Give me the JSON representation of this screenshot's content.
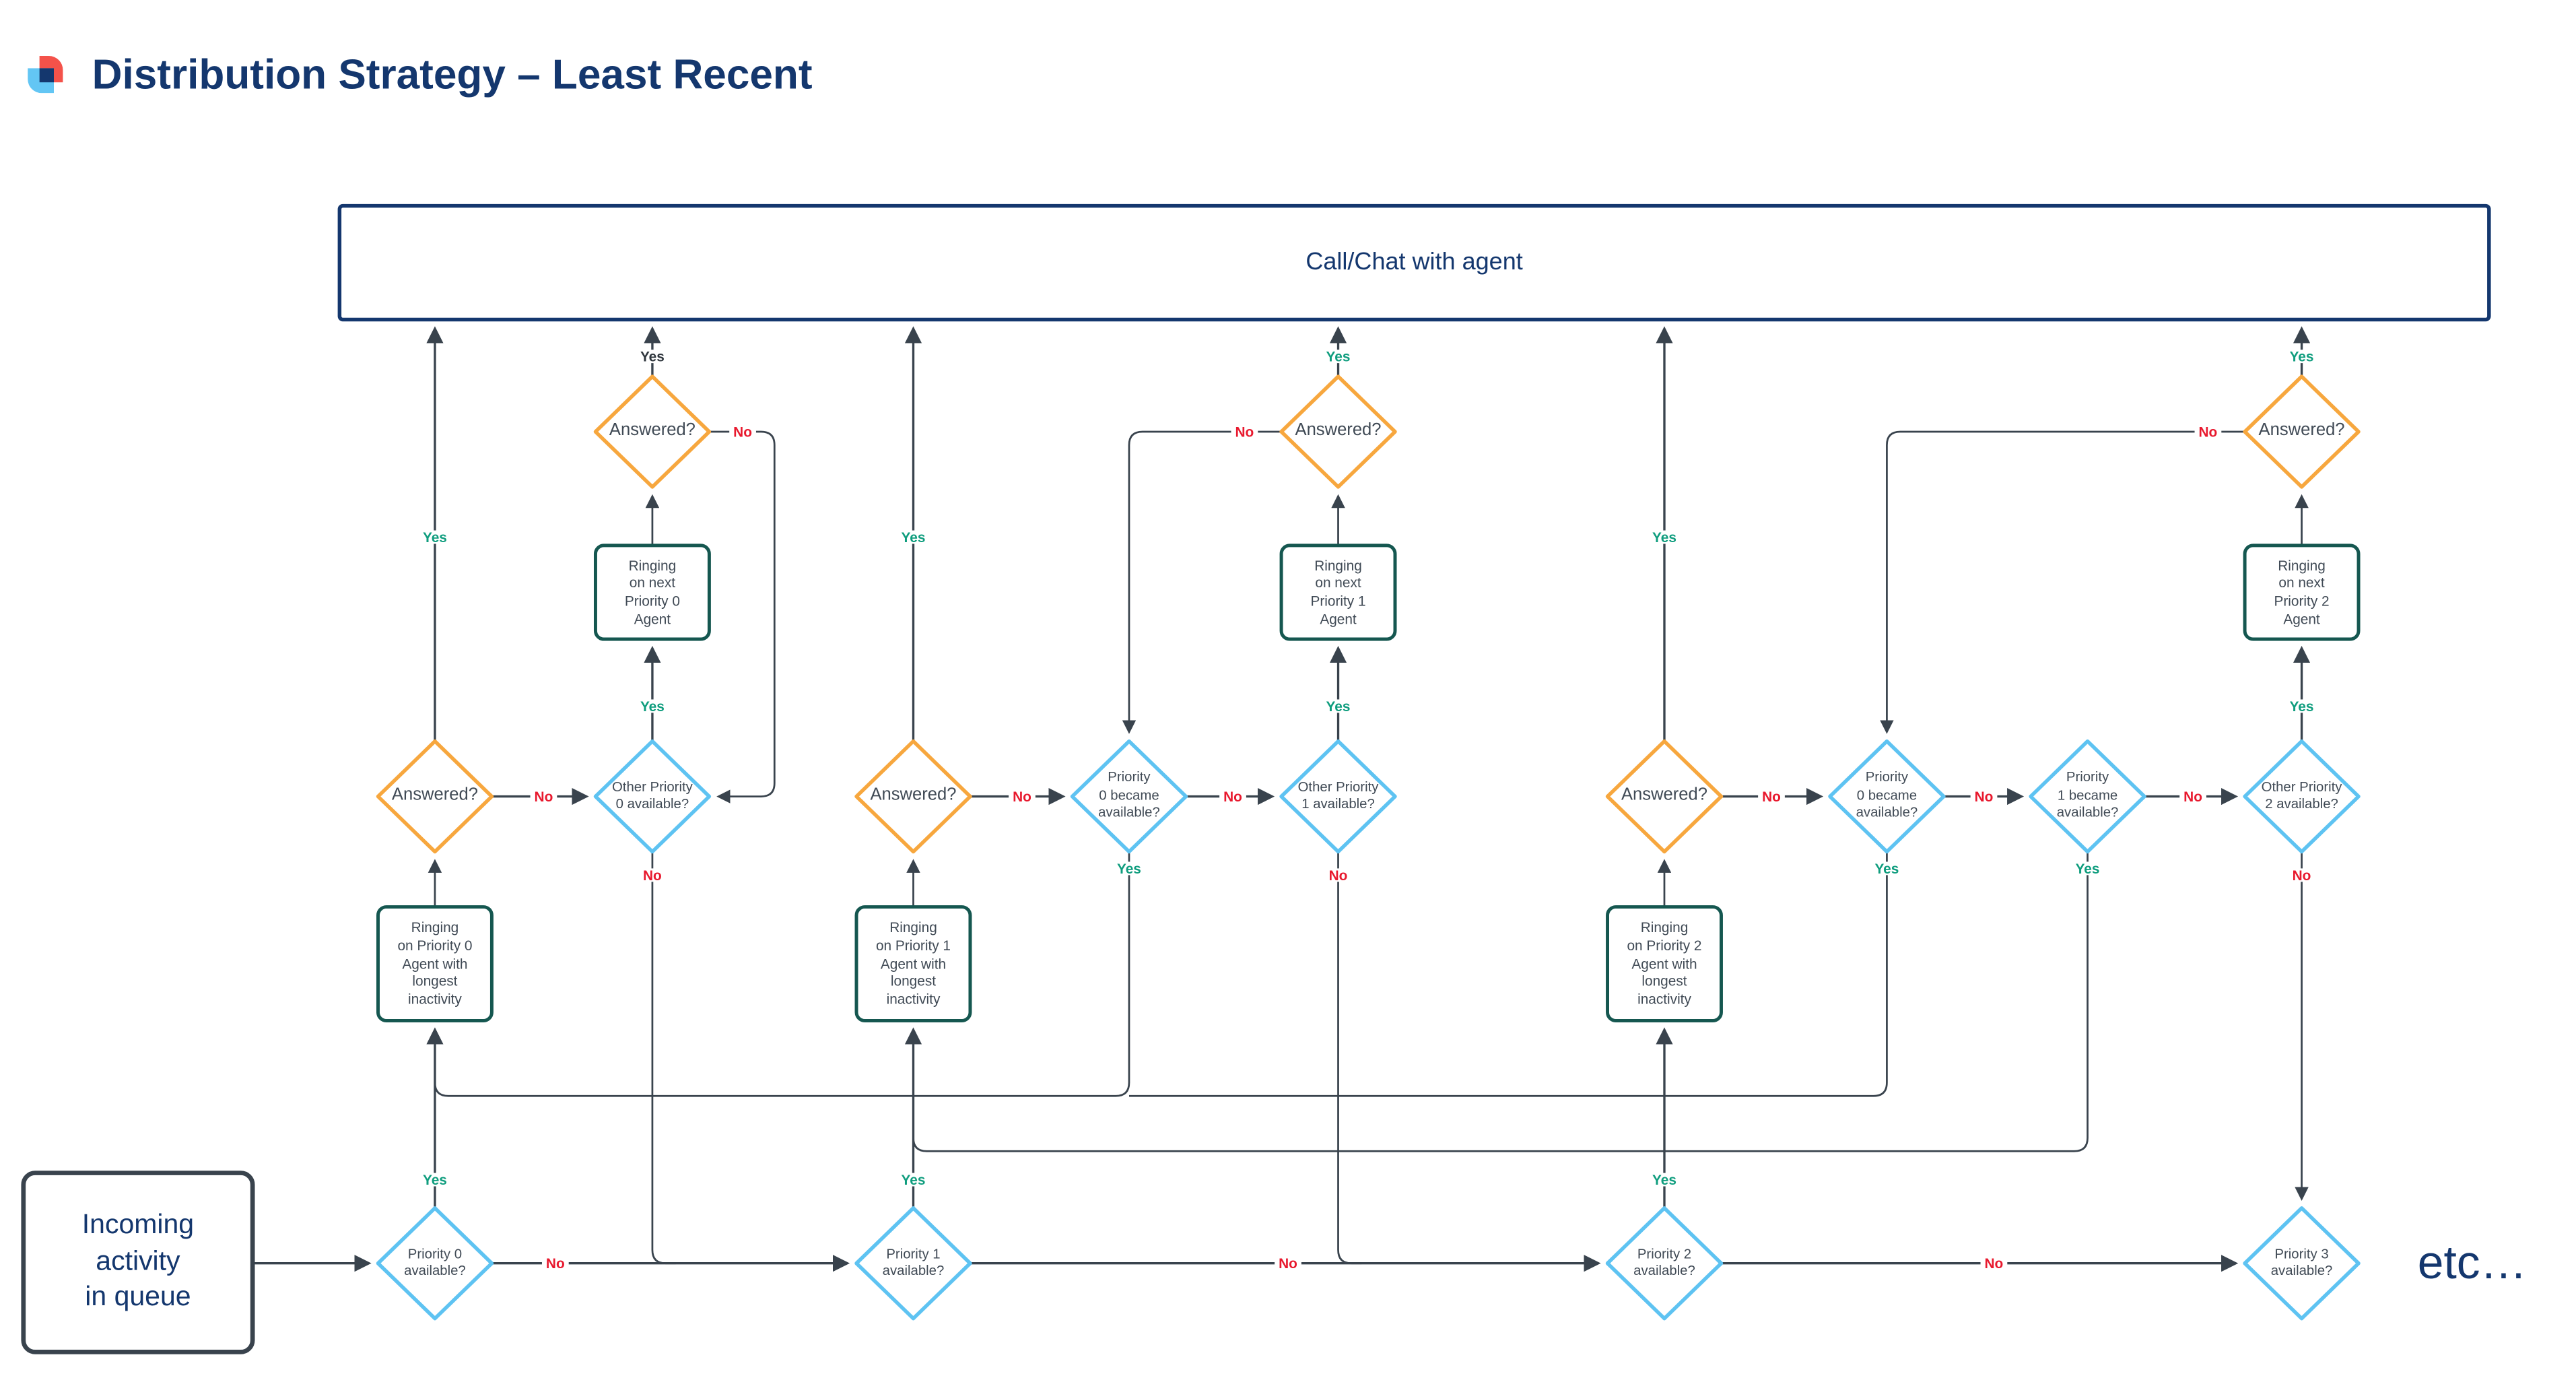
{
  "header": {
    "title": "Distribution Strategy – Least Recent"
  },
  "labels": {
    "yes": "Yes",
    "no": "No"
  },
  "terminals": {
    "call_chat": "Call/Chat with agent",
    "incoming_queue": "Incoming\nactivity\nin queue",
    "etc": "etc…"
  },
  "decisions": {
    "answered": "Answered?",
    "other_p0": "Other Priority\n0 available?",
    "other_p1": "Other Priority\n1 available?",
    "other_p2": "Other Priority\n2 available?",
    "p0_became": "Priority\n0 became\navailable?",
    "p1_became": "Priority\n1 became\navailable?",
    "p0_avail": "Priority 0\navailable?",
    "p1_avail": "Priority 1\navailable?",
    "p2_avail": "Priority 2\navailable?",
    "p3_avail": "Priority 3\navailable?"
  },
  "processes": {
    "ring_next_p0": "Ringing\non next\nPriority 0\nAgent",
    "ring_next_p1": "Ringing\non next\nPriority 1\nAgent",
    "ring_next_p2": "Ringing\non next\nPriority 2\nAgent",
    "ring_longest_p0": "Ringing\non Priority 0\nAgent with\nlongest\ninactivity",
    "ring_longest_p1": "Ringing\non Priority 1\nAgent with\nlongest\ninactivity",
    "ring_longest_p2": "Ringing\non Priority 2\nAgent with\nlongest\ninactivity"
  },
  "colors": {
    "title_navy": "#14376e",
    "connector": "#39434d",
    "yes_green": "#0f9d7e",
    "no_red": "#e8192e",
    "yes_dark": "#2e353c",
    "decision_orange": "#f7a73e",
    "decision_blue": "#5ec3f2",
    "process_teal": "#155750",
    "node_text": "#404a55",
    "logo_red": "#f4524a",
    "logo_blue": "#63c6f4"
  }
}
